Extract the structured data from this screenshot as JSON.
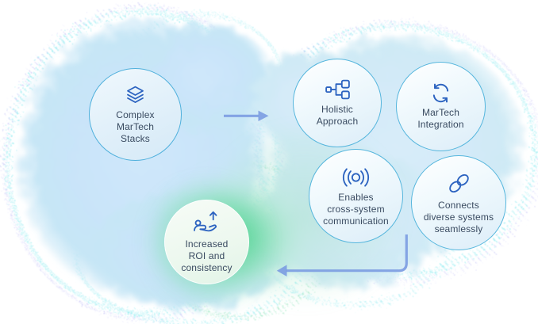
{
  "colors": {
    "icon-blue": "#2c63c0",
    "arrow-blue": "#7d9de2",
    "text-dark": "#394a60",
    "circle-border": "#56b6dd",
    "green-glow": "#56d695"
  },
  "diagram_title": "",
  "nodes": [
    {
      "id": "complex-martech-stacks",
      "icon": "layers-icon",
      "label": "Complex\nMarTech\nStacks"
    },
    {
      "id": "holistic-approach",
      "icon": "hierarchy-icon",
      "label": "Holistic\nApproach"
    },
    {
      "id": "martech-integration",
      "icon": "sync-icon",
      "label": "MarTech\nIntegration"
    },
    {
      "id": "enables-cross-system-communication",
      "icon": "broadcast-icon",
      "label": "Enables\ncross-system\ncommunication"
    },
    {
      "id": "connects-diverse-systems",
      "icon": "link-icon",
      "label": "Connects\ndiverse systems\nseamlessly"
    },
    {
      "id": "increased-roi",
      "icon": "hand-coin-growth-icon",
      "label": "Increased\nROI and\nconsistency"
    }
  ]
}
